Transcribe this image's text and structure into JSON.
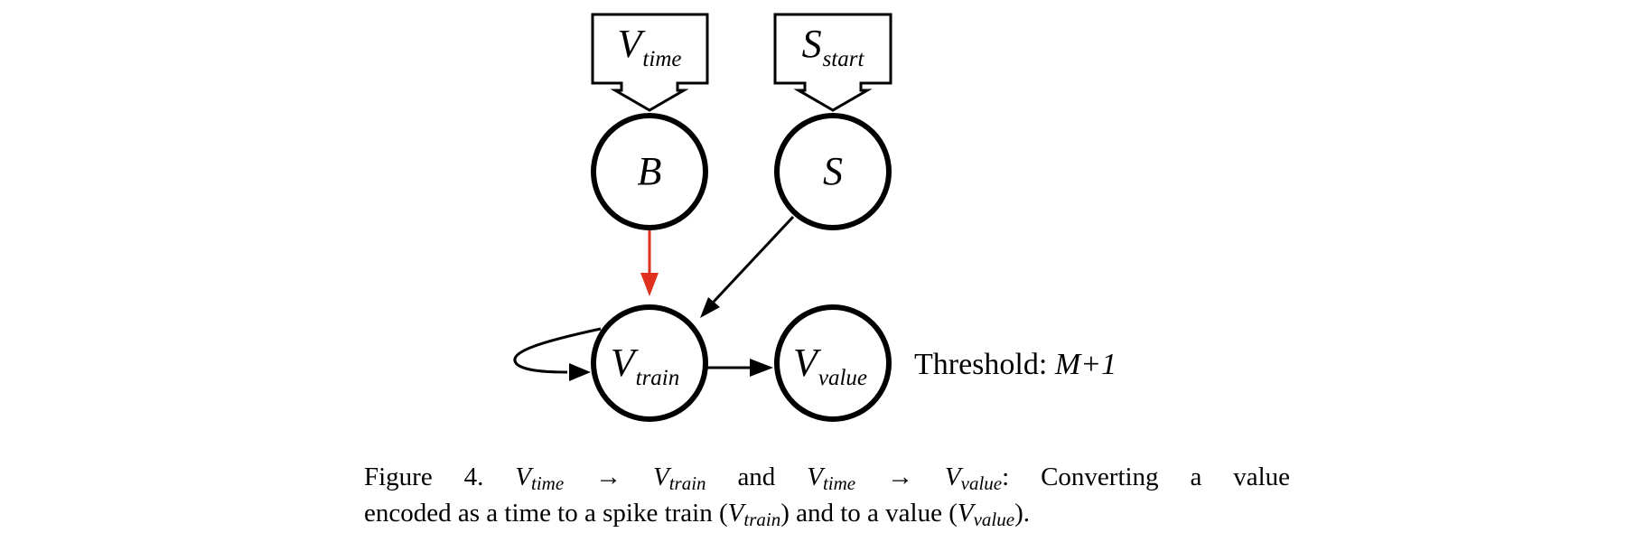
{
  "diagram": {
    "inputs": [
      {
        "main": "V",
        "sub": "time"
      },
      {
        "main": "S",
        "sub": "start"
      }
    ],
    "nodes": {
      "b": {
        "label": "B"
      },
      "s": {
        "label": "S"
      },
      "vtrain": {
        "main": "V",
        "sub": "train"
      },
      "vvalue": {
        "main": "V",
        "sub": "value"
      }
    },
    "threshold": {
      "label": "Threshold:",
      "value": "M+1"
    },
    "colors": {
      "stroke": "#000000",
      "highlight_edge": "#e0301e"
    }
  },
  "caption": {
    "figure_label": "Figure 4.",
    "v1": "V",
    "v1_sub": "time",
    "arrow": "→",
    "v2": "V",
    "v2_sub": "train",
    "and": "and",
    "v3": "V",
    "v3_sub": "time",
    "v4": "V",
    "v4_sub": "value",
    "line1_tail": ": Converting a value",
    "line2_part1": "encoded as a time to a spike train (",
    "v5": "V",
    "v5_sub": "train",
    "line2_part2": ") and to a value (",
    "v6": "V",
    "v6_sub": "value",
    "line2_part3": ")."
  }
}
